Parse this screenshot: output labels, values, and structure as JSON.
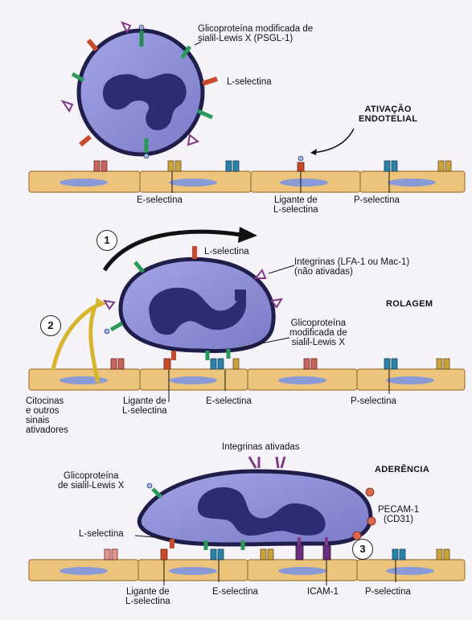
{
  "colors": {
    "cell_body": "#8f8fd8",
    "cell_outline": "#1f1d4a",
    "nucleus": "#2c2c74",
    "endothelium": "#ecc47c",
    "endothelium_border": "#a2783c",
    "endo_nucleus": "#8a9ad6",
    "arrow_yellow": "#d7b52c",
    "e_selectin": "#c9645c",
    "p_selectin": "#2b82a8",
    "l_selectin": "#c84a2c",
    "integrin": "#7f3a86",
    "icam": "#6a2c7c"
  },
  "panel1": {
    "psgl_label": "Glicoproteína modificada de\nsialil-Lewis X (PSGL-1)",
    "l_selectina": "L-selectina",
    "ativacao": "ATIVAÇÃO\nENDOTELIAL",
    "e_selectina": "E-selectina",
    "ligante": "Ligante de\nL-selectina",
    "p_selectina": "P-selectina"
  },
  "panel2": {
    "step1": "1",
    "step2": "2",
    "l_selectina": "L-selectina",
    "integrinas": "Integrinas (LFA-1 ou Mac-1)\n(não ativadas)",
    "rolagem": "ROLAGEM",
    "glicoproteina": "Glicoproteína\nmodificada de\nsialil-Lewis X",
    "citocinas": "Citocinas\ne outros\nsinais\nativadores",
    "ligante": "Ligante de\nL-selectina",
    "e_selectina": "E-selectina",
    "p_selectina": "P-selectina"
  },
  "panel3": {
    "integrinas_ativadas": "Integrinas ativadas",
    "aderencia": "ADERÊNCIA",
    "glicoproteina": "Glicoproteína\nde sialil-Lewis X",
    "pecam": "PECAM-1\n(CD31)",
    "l_selectina": "L-selectina",
    "step3": "3",
    "ligante": "Ligante de\nL-selectina",
    "e_selectina": "E-selectina",
    "icam": "ICAM-1",
    "p_selectina": "P-selectina"
  }
}
